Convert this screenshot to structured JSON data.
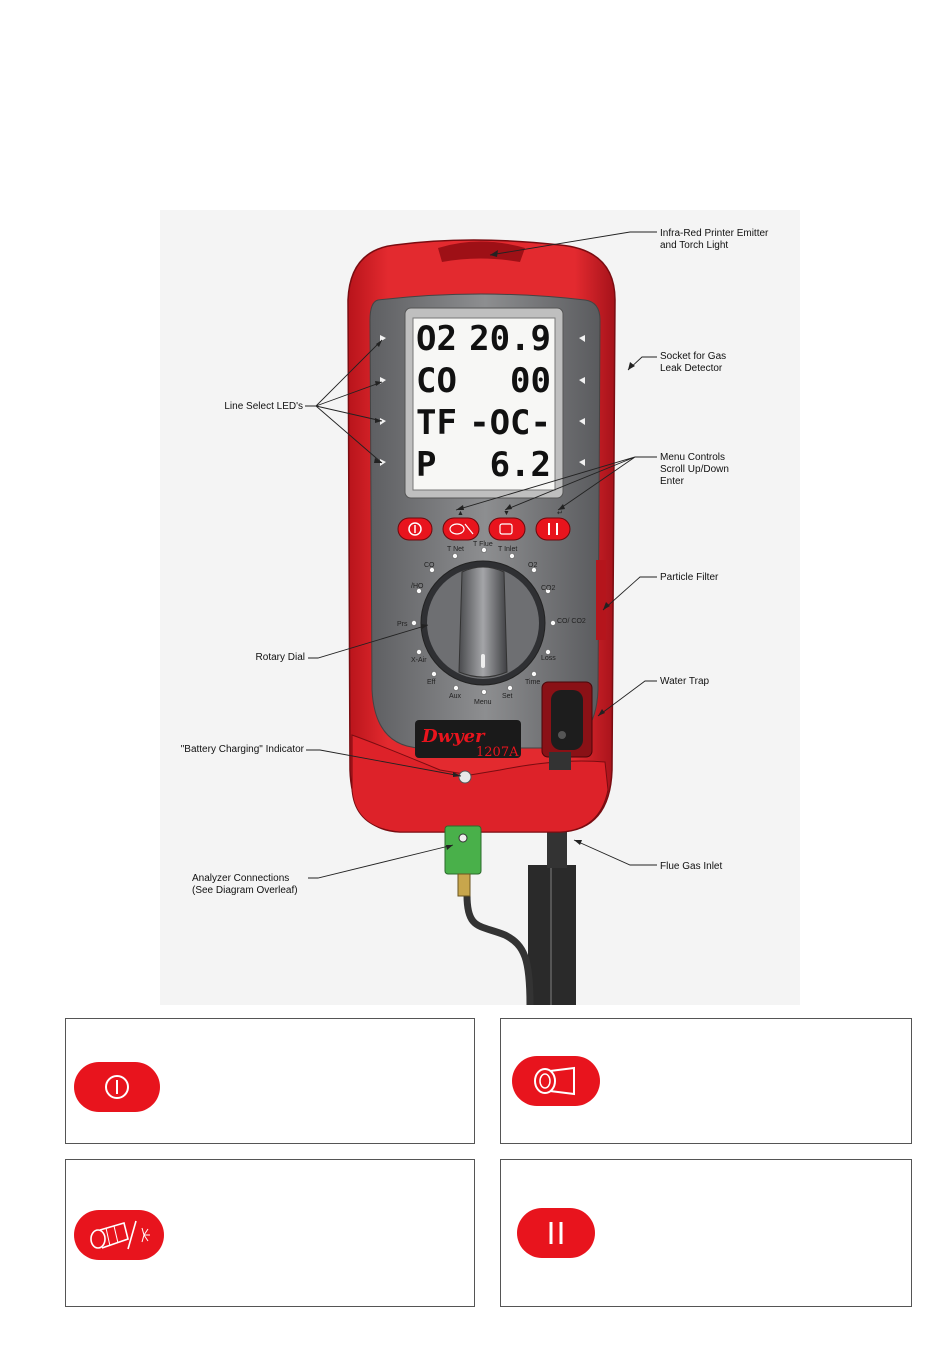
{
  "callouts": {
    "ir_emitter_1": "Infra-Red Printer Emitter",
    "ir_emitter_2": "and Torch Light",
    "socket_1": "Socket for Gas",
    "socket_2": "Leak Detector",
    "line_select": "Line Select LED's",
    "menu_1": "Menu Controls",
    "menu_2": "Scroll Up/Down",
    "menu_3": "Enter",
    "particle_filter": "Particle Filter",
    "rotary_dial": "Rotary Dial",
    "water_trap": "Water Trap",
    "battery": "\"Battery Charging\" Indicator",
    "analyzer_1": "Analyzer Connections",
    "analyzer_2": "(See Diagram Overleaf)",
    "flue_gas": "Flue Gas Inlet"
  },
  "display": {
    "rows": [
      {
        "label": "O2",
        "value": "20.9"
      },
      {
        "label": "CO",
        "value": "00"
      },
      {
        "label": "TF",
        "value": "-OC-"
      },
      {
        "label": "P",
        "value": "6.2"
      }
    ]
  },
  "dial_labels": {
    "t_net": "T Net",
    "t_flue": "T Flue",
    "t_inlet": "T Inlet",
    "co": "CO",
    "o2": "O2",
    "ho": "/HO",
    "co2": "CO2",
    "cor": "CO/ CO2",
    "prs": "Prs",
    "xair": "X-Air",
    "loss": "Loss",
    "eff": "Eff",
    "aux": "Aux",
    "menu": "Menu",
    "set": "Set",
    "time": "Time"
  },
  "branding": {
    "brand": "Dwyer",
    "model": "1207A"
  },
  "colors": {
    "case_red": "#d91e26",
    "button_red": "#e8141d",
    "body_grey": "#7b7b7d",
    "connector_green": "#49b04a"
  },
  "icons": {
    "power": "power-icon",
    "probe": "probe-light-icon",
    "printer": "printer-icon",
    "pause": "pause-icon"
  }
}
